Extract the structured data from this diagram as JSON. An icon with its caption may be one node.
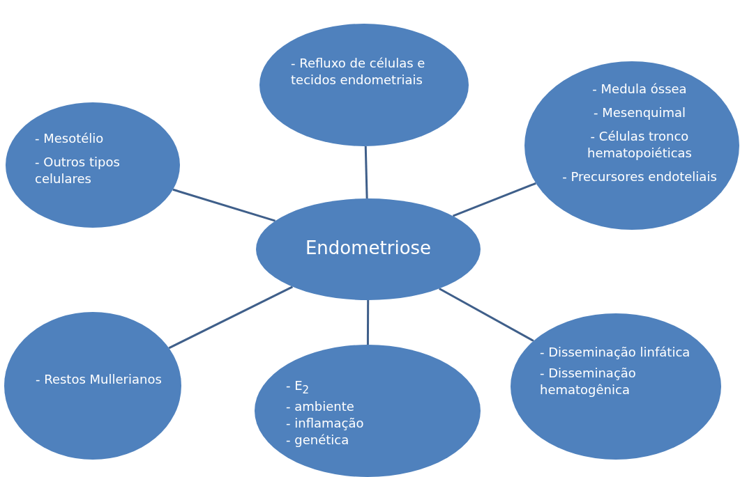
{
  "diagram": {
    "nodes": [
      {
        "text": [
          "- Refluxo de células e tecidos endometriais"
        ]
      },
      {
        "text": [
          "- Mesotélio",
          "- Outros tipos celulares"
        ]
      },
      {
        "text": [
          "- Medula óssea",
          "- Mesenquimal",
          "- Células tronco hematopoiéticas",
          "- Precursores endoteliais"
        ]
      },
      {
        "text": [
          "Endometriose"
        ]
      },
      {
        "text": [
          "- Restos Mullerianos"
        ]
      },
      {
        "text": [
          "- E$_{2}$",
          "- ambiente",
          "- inflamação",
          "- genética"
        ]
      },
      {
        "text": [
          "- Disseminação linfática",
          "- Disseminação hematogênica"
        ]
      }
    ],
    "edges": [
      {
        "from": 3,
        "to": 0,
        "arrow": "none"
      },
      {
        "from": 3,
        "to": 1,
        "arrow": "none"
      },
      {
        "from": 3,
        "to": 2,
        "arrow": "none"
      },
      {
        "from": 3,
        "to": 4,
        "arrow": "none"
      },
      {
        "from": 3,
        "to": 5,
        "arrow": "none"
      },
      {
        "from": 3,
        "to": 6,
        "arrow": "none"
      }
    ]
  }
}
